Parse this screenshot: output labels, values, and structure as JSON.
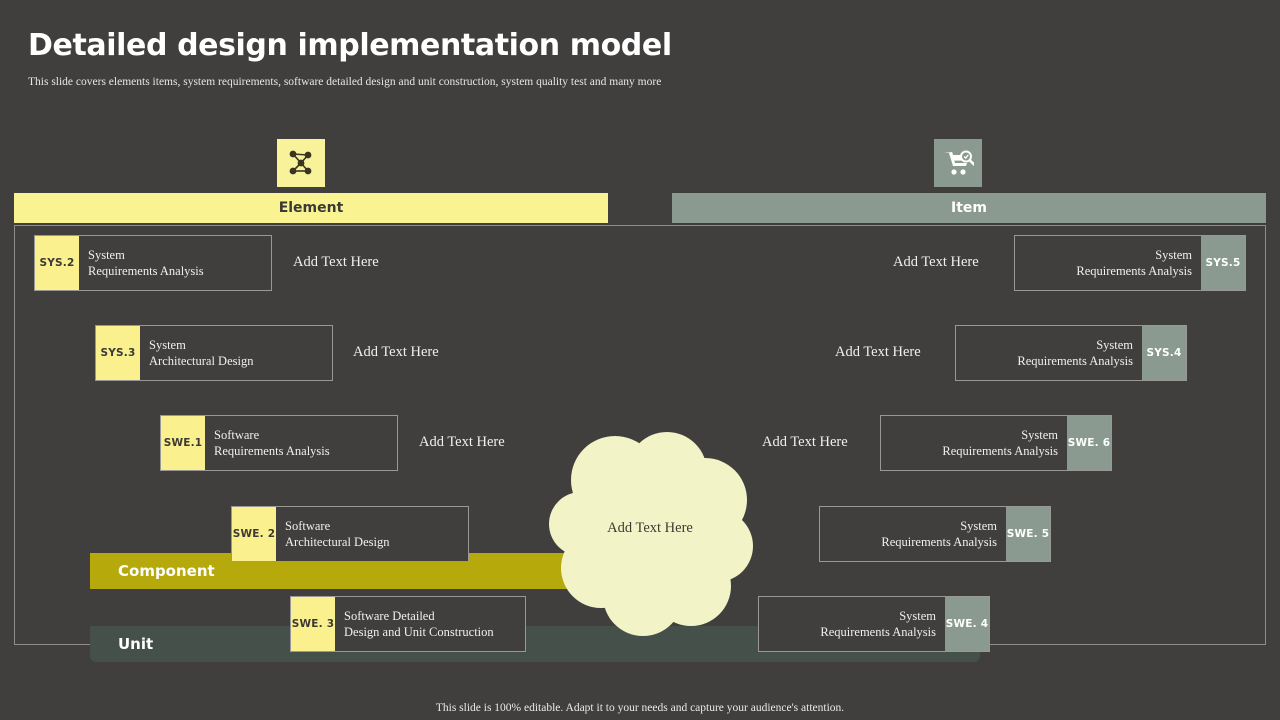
{
  "header": {
    "title": "Detailed design implementation model",
    "subtitle": "This slide covers elements items, system requirements, software detailed design and unit construction, system quality test and many more"
  },
  "icons": {
    "left": "network-nodes-icon",
    "right": "cart-search-icon"
  },
  "columns": {
    "left_label": "Element",
    "right_label": "Item"
  },
  "bands": {
    "component": "Component",
    "unit": "Unit"
  },
  "cloud": {
    "label": "Add Text Here"
  },
  "left_rows": [
    {
      "tag": "SYS.2",
      "line1": "System",
      "line2": "Requirements Analysis",
      "add_text": "Add Text Here"
    },
    {
      "tag": "SYS.3",
      "line1": "System",
      "line2": "Architectural Design",
      "add_text": "Add Text Here"
    },
    {
      "tag": "SWE.1",
      "line1": "Software",
      "line2": "Requirements Analysis",
      "add_text": "Add Text Here"
    },
    {
      "tag": "SWE. 2",
      "line1": "Software",
      "line2": "Architectural Design",
      "add_text": ""
    },
    {
      "tag": "SWE. 3",
      "line1": "Software Detailed",
      "line2": "Design and Unit Construction",
      "add_text": ""
    }
  ],
  "right_rows": [
    {
      "tag": "SYS.5",
      "line1": "System",
      "line2": "Requirements Analysis",
      "add_text": "Add Text Here"
    },
    {
      "tag": "SYS.4",
      "line1": "System",
      "line2": "Requirements Analysis",
      "add_text": "Add Text Here"
    },
    {
      "tag": "SWE. 6",
      "line1": "System",
      "line2": "Requirements Analysis",
      "add_text": "Add Text Here"
    },
    {
      "tag": "SWE. 5",
      "line1": "System",
      "line2": "Requirements Analysis",
      "add_text": ""
    },
    {
      "tag": "SWE. 4",
      "line1": "System",
      "line2": "Requirements Analysis",
      "add_text": ""
    }
  ],
  "footer": {
    "note": "This slide is 100% editable. Adapt it to your needs and capture your audience's attention."
  },
  "colors": {
    "background": "#413f3e",
    "yellow": "#faf392",
    "yellow_tag": "#faf08e",
    "green": "#8a9a90",
    "olive": "#b5a90c",
    "dark_green": "#45504a",
    "cloud": "#f2f4c8"
  }
}
